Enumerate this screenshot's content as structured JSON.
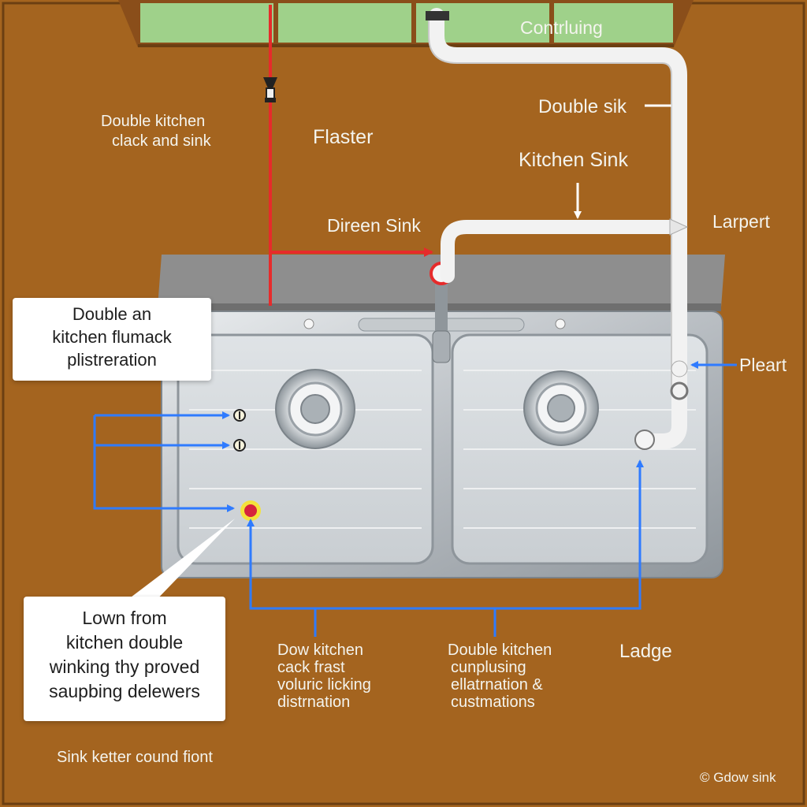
{
  "colors": {
    "background": "#a4641f",
    "supply_line": "#e62b2b",
    "arrow": "#2f7bff",
    "pipe": "#f2f2f2",
    "window_glass": "#9fd18a"
  },
  "labels": {
    "top_right": "Contrluing",
    "double_sik": "Double sik",
    "kitchen_sink": "Kitchen Sink",
    "larpert": "Larpert",
    "pleart": "Pleart",
    "flaster": "Flaster",
    "direen_sink": "Direen Sink",
    "top_left_line1": "Double kitchen",
    "top_left_line2": "clack and sink",
    "ladge": "Ladge",
    "bottom_mid_left": [
      "Dow kitchen",
      "cack frast",
      "voluric licking",
      "distrnation"
    ],
    "bottom_mid_right": [
      "Double kitchen",
      "cunplusing",
      "ellatrnation &",
      "custmations"
    ],
    "bottom_left": "Sink ketter cound fiont",
    "copyright": "© Gdow sink"
  },
  "cards": {
    "upper": [
      "Double an",
      "kitchen flumack",
      "plistreration"
    ],
    "lower": [
      "Lown from",
      "kitchen double",
      "winking thy proved",
      "saupbing delewers"
    ]
  },
  "icons": [
    "valve-icon",
    "drain-strainer-icon",
    "screw-icon",
    "faucet-icon"
  ]
}
